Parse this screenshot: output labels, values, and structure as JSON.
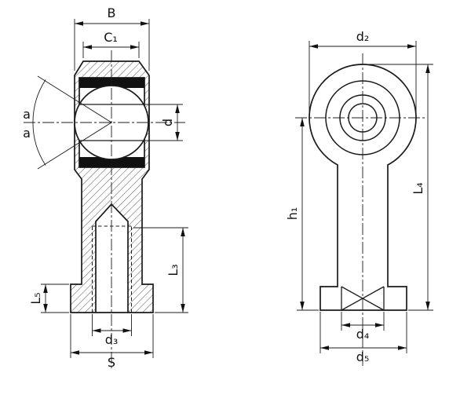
{
  "title": "Rod end bearing technical drawing, two views",
  "dims": {
    "B": "B",
    "C1": "C₁",
    "a_upper": "a",
    "a_lower": "a",
    "d": "d",
    "L3": "L₃",
    "L5": "L₅",
    "d3": "d₃",
    "S": "S",
    "d2": "d₂",
    "h1": "h₁",
    "L4": "L₄",
    "d4": "d₄",
    "d5": "d₅"
  },
  "colors": {
    "line": "#1a1a1a",
    "seal_black": "#111111",
    "background": "#ffffff"
  }
}
